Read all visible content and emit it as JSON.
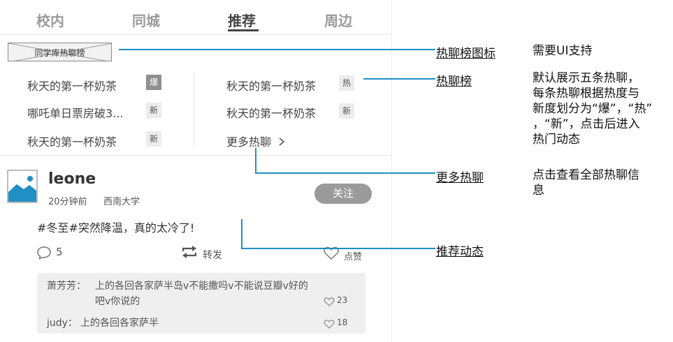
{
  "tabs": [
    {
      "label": "校内"
    },
    {
      "label": "同城"
    },
    {
      "label": "推荐"
    },
    {
      "label": "周边"
    }
  ],
  "banner": {
    "label": "同学库热聊榜"
  },
  "hot_chats": {
    "left": [
      {
        "text": "秋天的第一杯奶茶",
        "tag": "爆"
      },
      {
        "text": "哪吒单日票房破3...",
        "tag": "新"
      },
      {
        "text": "秋天的第一杯奶茶",
        "tag": "新"
      }
    ],
    "right": [
      {
        "text": "秋天的第一杯奶茶",
        "tag": "热"
      },
      {
        "text": "秋天的第一杯奶茶",
        "tag": "新"
      }
    ],
    "more_label": "更多热聊",
    "more_icon": "chevron-right-icon"
  },
  "post": {
    "user_name": "leone",
    "time": "20分钟前",
    "school": "西南大学",
    "follow_label": "关注",
    "text": "#冬至#突然降温，真的太冷了!",
    "comment_count": "5",
    "repost_label": "转发",
    "like_label": "点赞",
    "comments": [
      {
        "author": "萧芳芳：",
        "line1": "上的各回各家萨半岛v不能撒吗v不能说豆瓣v好的",
        "line2": "吧v你说的",
        "likes": "23"
      },
      {
        "author": "judy：",
        "line1": "上的各回各家萨半",
        "likes": "18"
      }
    ]
  },
  "annotations": [
    {
      "title": "热聊榜图标",
      "desc": [
        "需要UI支持"
      ]
    },
    {
      "title": "热聊榜",
      "desc": [
        "默认展示五条热聊，",
        "每条热聊根据热度与",
        "新度划分为“爆”，“热”",
        "，“新”，点击后进入",
        "热门动态"
      ]
    },
    {
      "title": "更多热聊",
      "desc": [
        "点击查看全部热聊信",
        "息"
      ]
    },
    {
      "title": "推荐动态",
      "desc": []
    }
  ],
  "colors": {
    "annotation_line": "#1f8fc4",
    "tag_boom": "#8f8f8f",
    "follow_button": "#9b9b9b"
  }
}
